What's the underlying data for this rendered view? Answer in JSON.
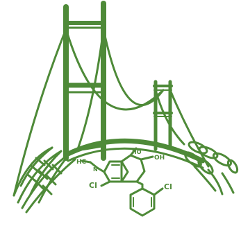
{
  "logo": {
    "name": "bridge-molecule-wheat-logo",
    "color": "#4e8a38",
    "background": "#ffffff",
    "labels": {
      "left_group": "HC",
      "nitrogen": "N",
      "top_hydroxyl": "HO",
      "right_hydroxyl": "OH",
      "left_chlorine": "Cl",
      "phenyl_chlorine": "Cl"
    }
  }
}
